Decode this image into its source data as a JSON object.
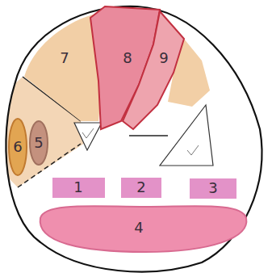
{
  "diagram": {
    "nodes": [
      {
        "text": [
          "7"
        ]
      },
      {
        "text": [
          "8"
        ]
      },
      {
        "text": [
          "9"
        ]
      },
      {
        "text": [
          "6"
        ]
      },
      {
        "text": [
          "5"
        ]
      },
      {
        "text": [
          "1"
        ]
      },
      {
        "text": [
          "2"
        ]
      },
      {
        "text": [
          "3"
        ]
      },
      {
        "text": [
          "4"
        ]
      }
    ]
  }
}
